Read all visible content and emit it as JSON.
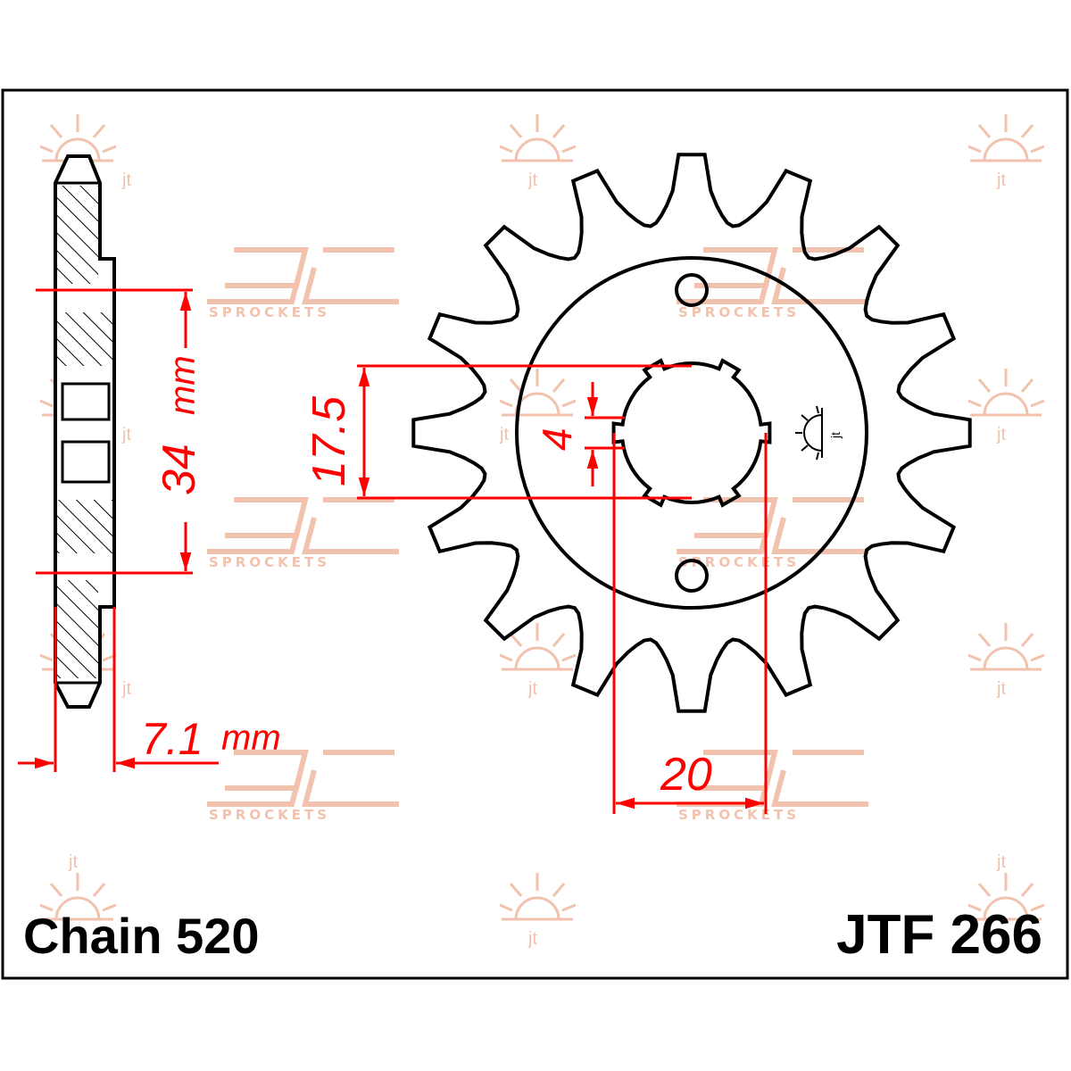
{
  "chain_label": "Chain 520",
  "part_number": "JTF 266",
  "dimensions": {
    "pitch_circle": "34",
    "pitch_unit": "mm",
    "thickness": "7.1",
    "thickness_unit": "mm",
    "spline_height": "17.5",
    "key_width": "4",
    "spline_width": "20"
  },
  "watermark": {
    "text": "SPROCKETS",
    "color": "#f1c2ad"
  },
  "teeth": 16,
  "colors": {
    "outline": "#000000",
    "dimension": "#ff0000"
  }
}
